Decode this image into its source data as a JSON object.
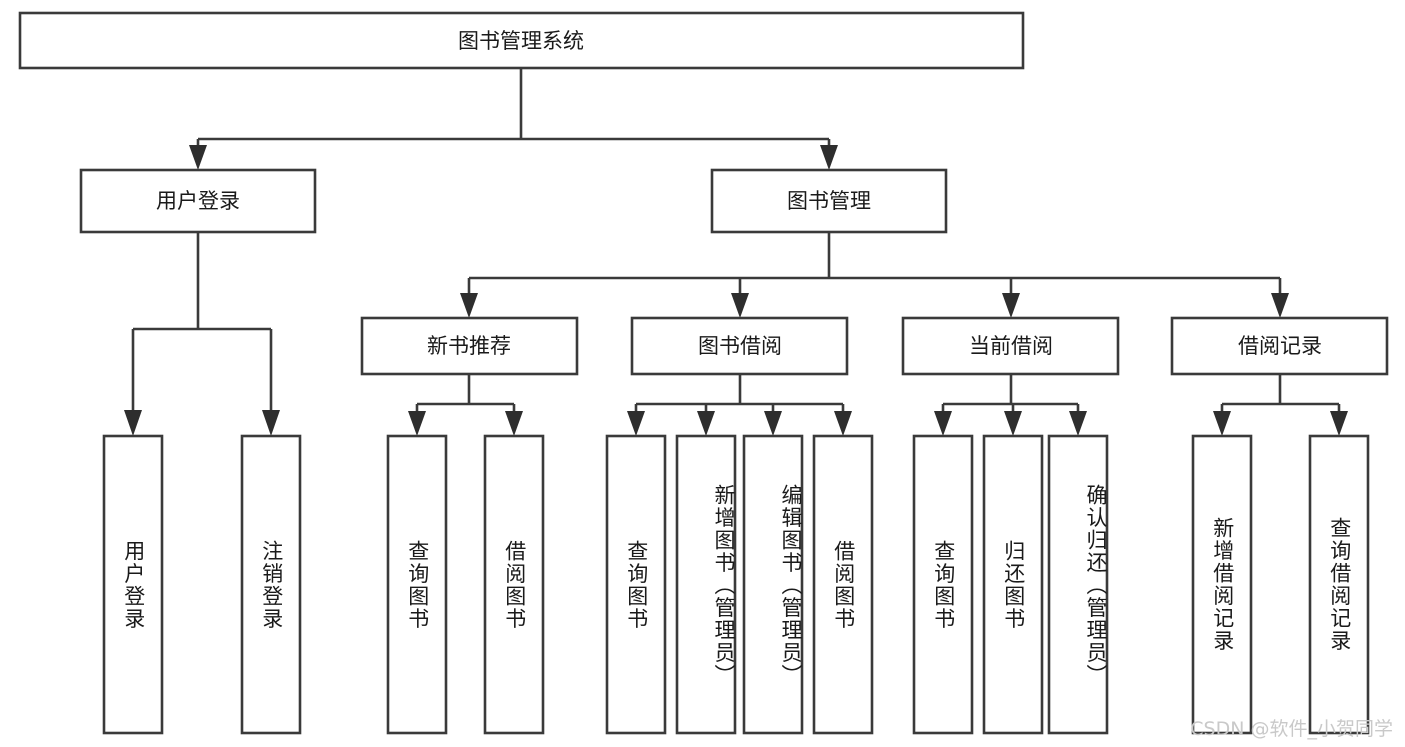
{
  "diagram": {
    "title_node": {
      "label": "图书管理系统"
    },
    "level2": [
      {
        "id": "user-login",
        "label": "用户登录"
      },
      {
        "id": "book-management",
        "label": "图书管理"
      }
    ],
    "level3": [
      {
        "id": "new-book-recommend",
        "label": "新书推荐",
        "parent": "book-management"
      },
      {
        "id": "book-borrow",
        "label": "图书借阅",
        "parent": "book-management"
      },
      {
        "id": "current-borrow",
        "label": "当前借阅",
        "parent": "book-management"
      },
      {
        "id": "borrow-record",
        "label": "借阅记录",
        "parent": "book-management"
      }
    ],
    "leaves": [
      {
        "id": "leaf-user-login",
        "label": "用户登录",
        "parent": "user-login"
      },
      {
        "id": "leaf-logout-login",
        "label": "注销登录",
        "parent": "user-login"
      },
      {
        "id": "leaf-query-book-1",
        "label": "查询图书",
        "parent": "new-book-recommend"
      },
      {
        "id": "leaf-borrow-book-1",
        "label": "借阅图书",
        "parent": "new-book-recommend"
      },
      {
        "id": "leaf-query-book-2",
        "label": "查询图书",
        "parent": "book-borrow"
      },
      {
        "id": "leaf-add-book",
        "label": "新增图书（管理员）",
        "parent": "book-borrow"
      },
      {
        "id": "leaf-edit-book",
        "label": "编辑图书（管理员）",
        "parent": "book-borrow"
      },
      {
        "id": "leaf-borrow-book-2",
        "label": "借阅图书",
        "parent": "book-borrow"
      },
      {
        "id": "leaf-query-book-3",
        "label": "查询图书",
        "parent": "current-borrow"
      },
      {
        "id": "leaf-return-book",
        "label": "归还图书",
        "parent": "current-borrow"
      },
      {
        "id": "leaf-confirm-return",
        "label": "确认归还（管理员）",
        "parent": "current-borrow"
      },
      {
        "id": "leaf-add-record",
        "label": "新增借阅记录",
        "parent": "borrow-record"
      },
      {
        "id": "leaf-query-record",
        "label": "查询借阅记录",
        "parent": "borrow-record"
      }
    ],
    "watermark": "CSDN @软件_小贺同学",
    "colors": {
      "stroke": "#3a3a3a",
      "background": "#ffffff",
      "text": "#1a1a1a",
      "watermark": "#c9c9c9"
    }
  }
}
